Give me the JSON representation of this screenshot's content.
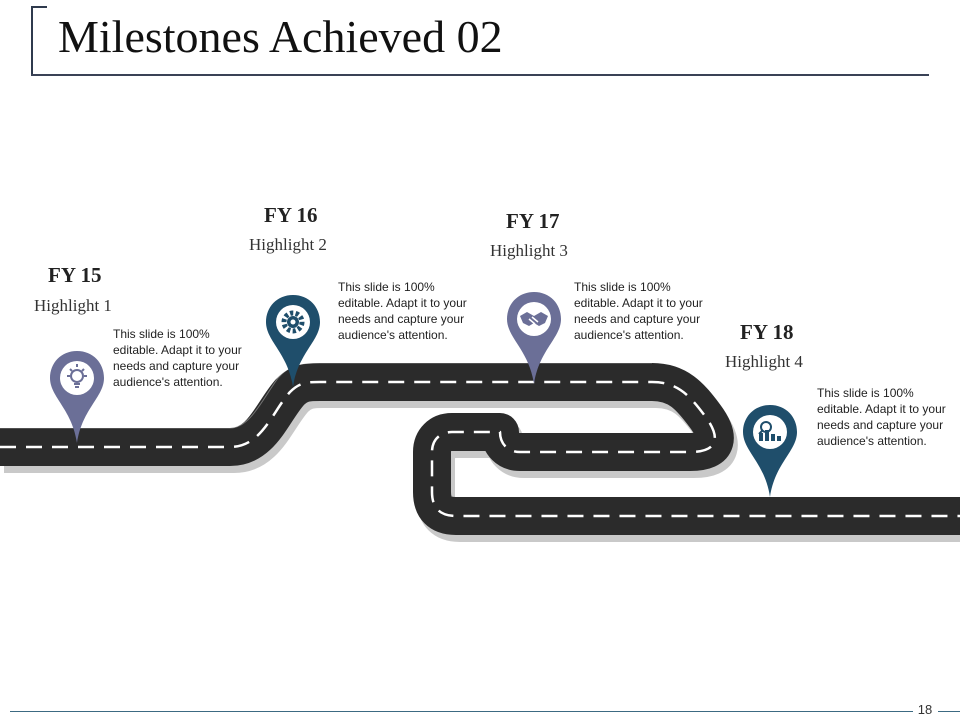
{
  "slide": {
    "title": "Milestones Achieved 02",
    "page_number": "18"
  },
  "milestones": [
    {
      "year": "FY 15",
      "highlight": "Highlight 1",
      "description": "This slide is 100% editable. Adapt it to your needs and capture your audience's attention.",
      "icon": "lightbulb-icon",
      "color": "#6b6f97"
    },
    {
      "year": "FY 16",
      "highlight": "Highlight 2",
      "description": "This slide is 100% editable. Adapt it to your needs and capture your audience's attention.",
      "icon": "gear-icon",
      "color": "#1f4e6b"
    },
    {
      "year": "FY 17",
      "highlight": "Highlight 3",
      "description": "This slide is 100% editable. Adapt it to your needs and capture your audience's attention.",
      "icon": "handshake-icon",
      "color": "#6b6f97"
    },
    {
      "year": "FY 18",
      "highlight": "Highlight 4",
      "description": "This slide is 100% editable. Adapt it to your needs and capture your audience's attention.",
      "icon": "growth-chart-icon",
      "color": "#1f4e6b"
    }
  ],
  "colors": {
    "road": "#2b2b2b",
    "road_shadow": "#c9c9c9",
    "lane_marking": "#ffffff",
    "accent_navy": "#1f4e6b",
    "accent_slate": "#6b6f97"
  }
}
